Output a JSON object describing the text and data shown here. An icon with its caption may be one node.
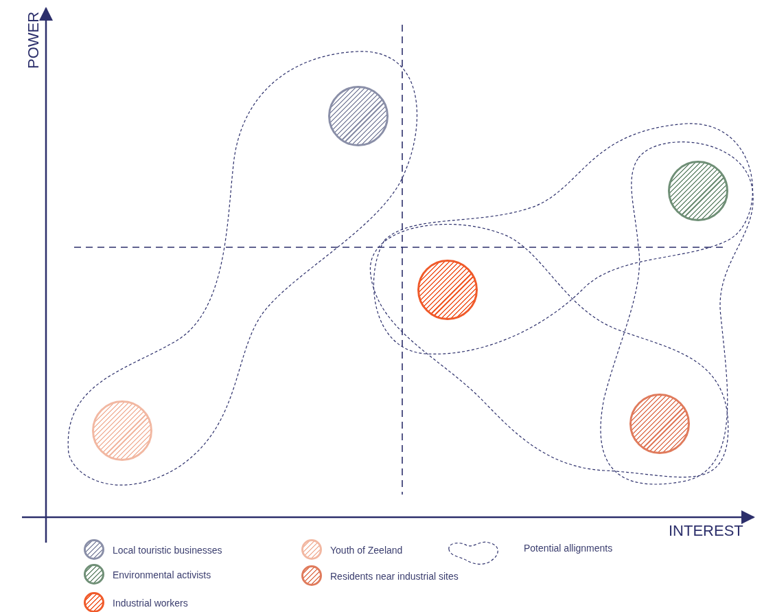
{
  "diagram": {
    "nodes": [
      {
        "text": [],
        "shape": "circle"
      },
      {
        "text": [],
        "shape": "circle"
      },
      {
        "text": [],
        "shape": "circle"
      },
      {
        "text": [],
        "shape": "circle"
      },
      {
        "text": [],
        "shape": "circle"
      }
    ],
    "edges": [],
    "labels": [
      "POWER",
      "INTEREST"
    ],
    "legend": [
      {
        "text": "Local touristic businesses",
        "color": "#8a8fa8"
      },
      {
        "text": "Youth of Zeeland",
        "color": "#f2b8a2"
      },
      {
        "text": "Potential allignments"
      },
      {
        "text": "Environmental activists",
        "color": "#6f8f76"
      },
      {
        "text": "Residents near industrial sites",
        "color": "#e07b5c"
      },
      {
        "text": "Industrial workers",
        "color": "#f05a2a"
      }
    ]
  }
}
